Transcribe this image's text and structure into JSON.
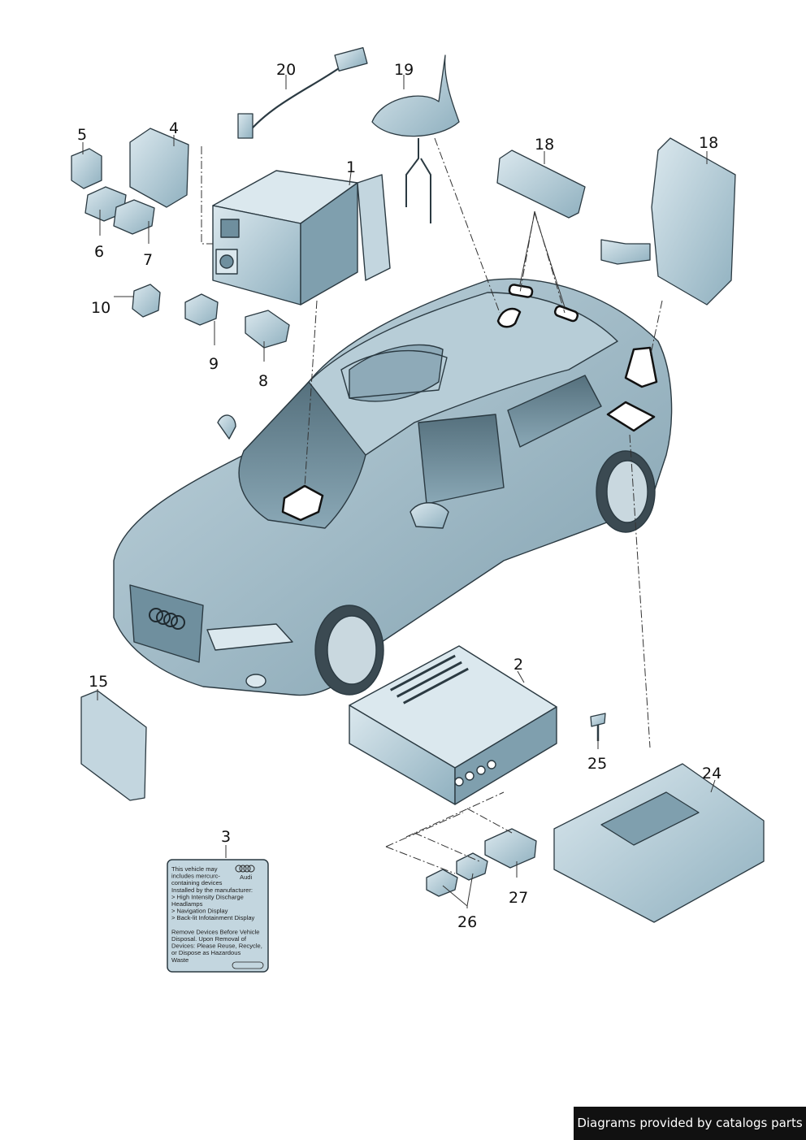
{
  "callouts": {
    "c1": "1",
    "c2": "2",
    "c3": "3",
    "c4": "4",
    "c5": "5",
    "c6": "6",
    "c7": "7",
    "c8": "8",
    "c9": "9",
    "c10": "10",
    "c15": "15",
    "c18a": "18",
    "c18b": "18",
    "c19": "19",
    "c20": "20",
    "c24": "24",
    "c25": "25",
    "c26": "26",
    "c27": "27"
  },
  "label_card": {
    "lines": [
      "This vehicle may",
      "includes mercurc-",
      "containing devices",
      "Installed by the manufacturer:",
      "> High Intensity Discharge",
      "   Headlamps",
      "> Navigation Display",
      "> Back-lit Infotainment Display",
      "",
      "Remove Devices Before Vehicle",
      "Disposal. Upon Removal of",
      "Devices: Please Reuse, Recycle,",
      "or Dispose as Hazardous",
      "Waste"
    ],
    "brand": "Audi"
  },
  "footer": {
    "credit": "Diagrams provided by catalogs parts"
  },
  "colors": {
    "part_fill": "#a9c6d3",
    "part_dark": "#6f8f9e",
    "outline": "#2b3a42",
    "leader": "#333333"
  }
}
